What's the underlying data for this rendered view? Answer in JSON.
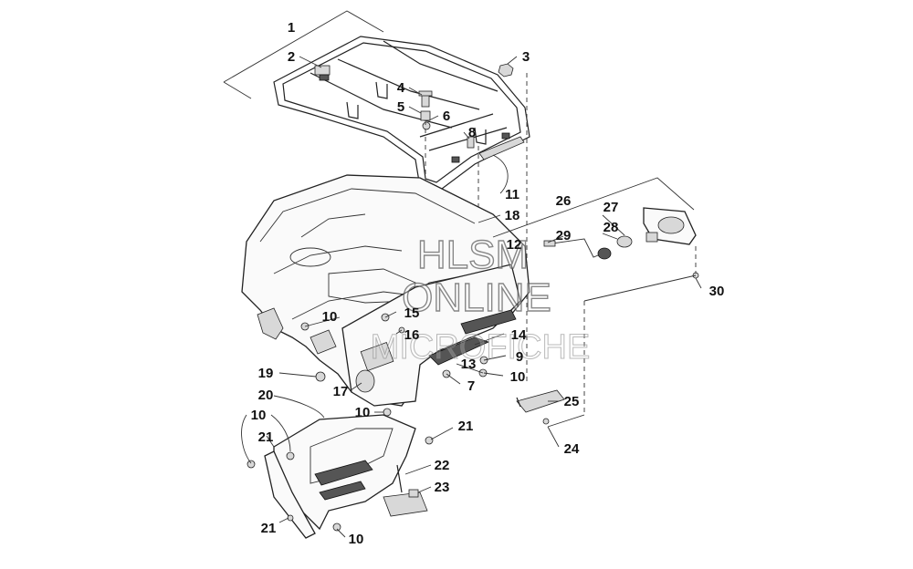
{
  "watermark": {
    "line1": "HLSM",
    "line2": "ONLINE",
    "line3": "MICROFICHE"
  },
  "callouts": [
    "1",
    "2",
    "3",
    "4",
    "5",
    "6",
    "8",
    "11",
    "18",
    "12",
    "26",
    "27",
    "28",
    "29",
    "30",
    "10",
    "15",
    "16",
    "14",
    "9",
    "13",
    "10",
    "7",
    "19",
    "17",
    "20",
    "10",
    "25",
    "10",
    "21",
    "21",
    "22",
    "23",
    "24",
    "21",
    "10"
  ]
}
